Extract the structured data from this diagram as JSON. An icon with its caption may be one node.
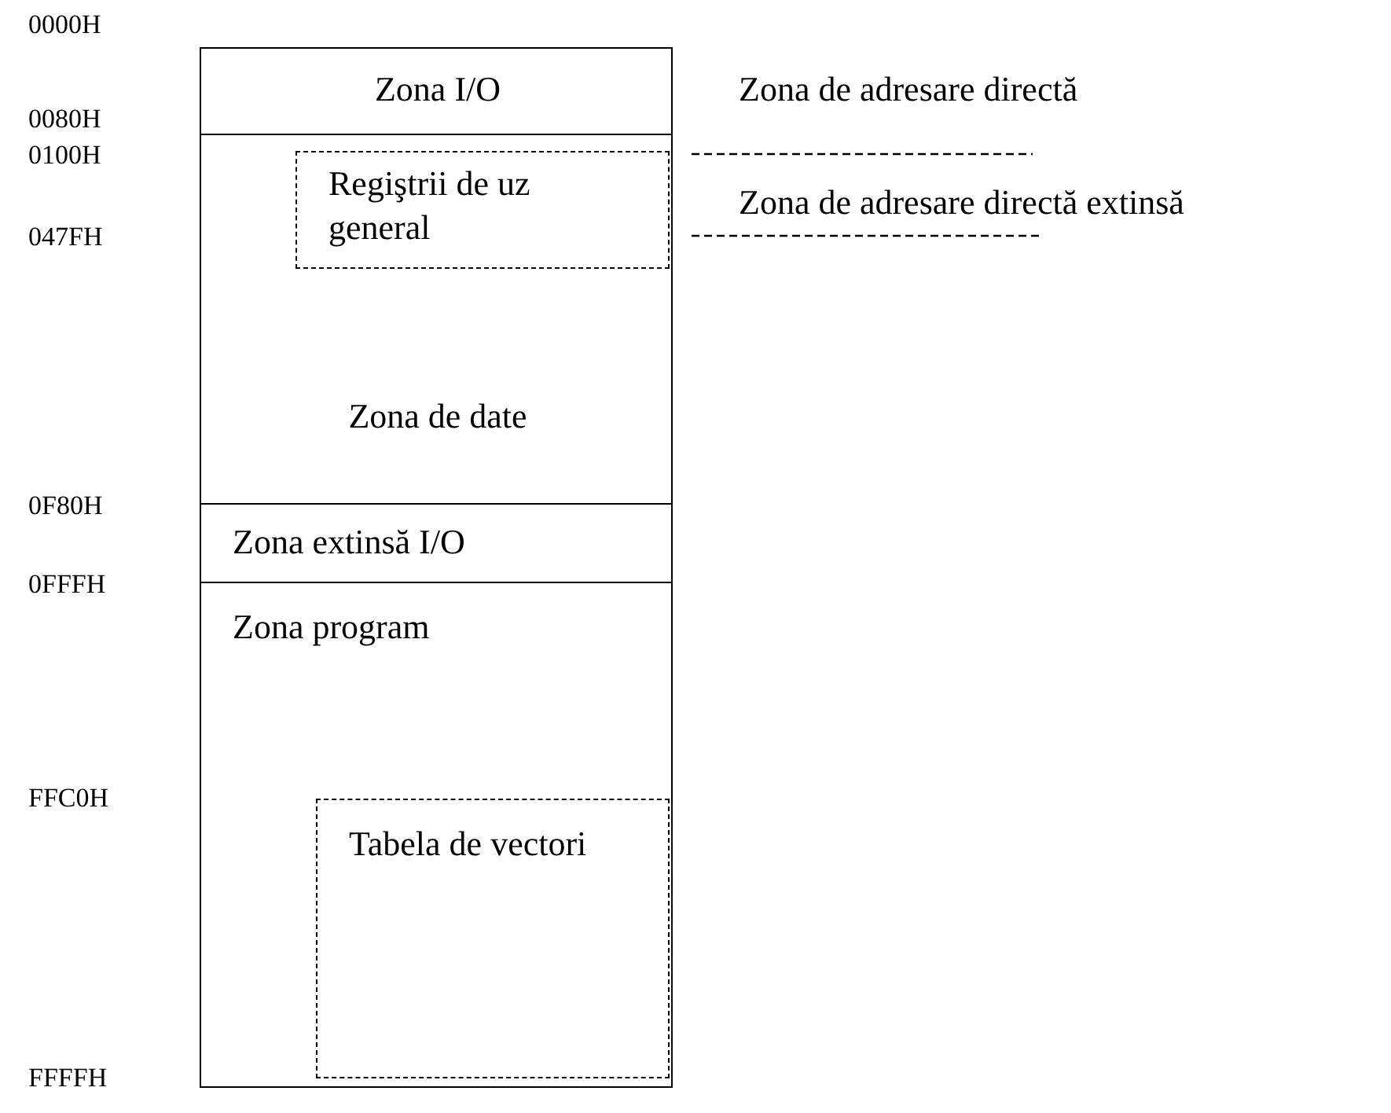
{
  "diagram": {
    "nodes": [
      {
        "text": [
          "Zona I/O"
        ]
      },
      {
        "text": [
          "Zona de date"
        ]
      },
      {
        "text": [
          "Regiştrii de uz general"
        ],
        "in": 1
      },
      {
        "text": [
          "Zona extinsă I/O"
        ]
      },
      {
        "text": [
          "Zona program"
        ]
      },
      {
        "text": [
          "Tabela de vectori"
        ],
        "in": 4
      }
    ],
    "edges": [],
    "labels": [
      "0000H",
      "0080H",
      "Zona de adresare directă",
      "0100H",
      "Zona de adresare directă extinsă",
      "047FH",
      "0F80H",
      "0FFFH",
      "FFC0H",
      "FFFFH"
    ]
  }
}
